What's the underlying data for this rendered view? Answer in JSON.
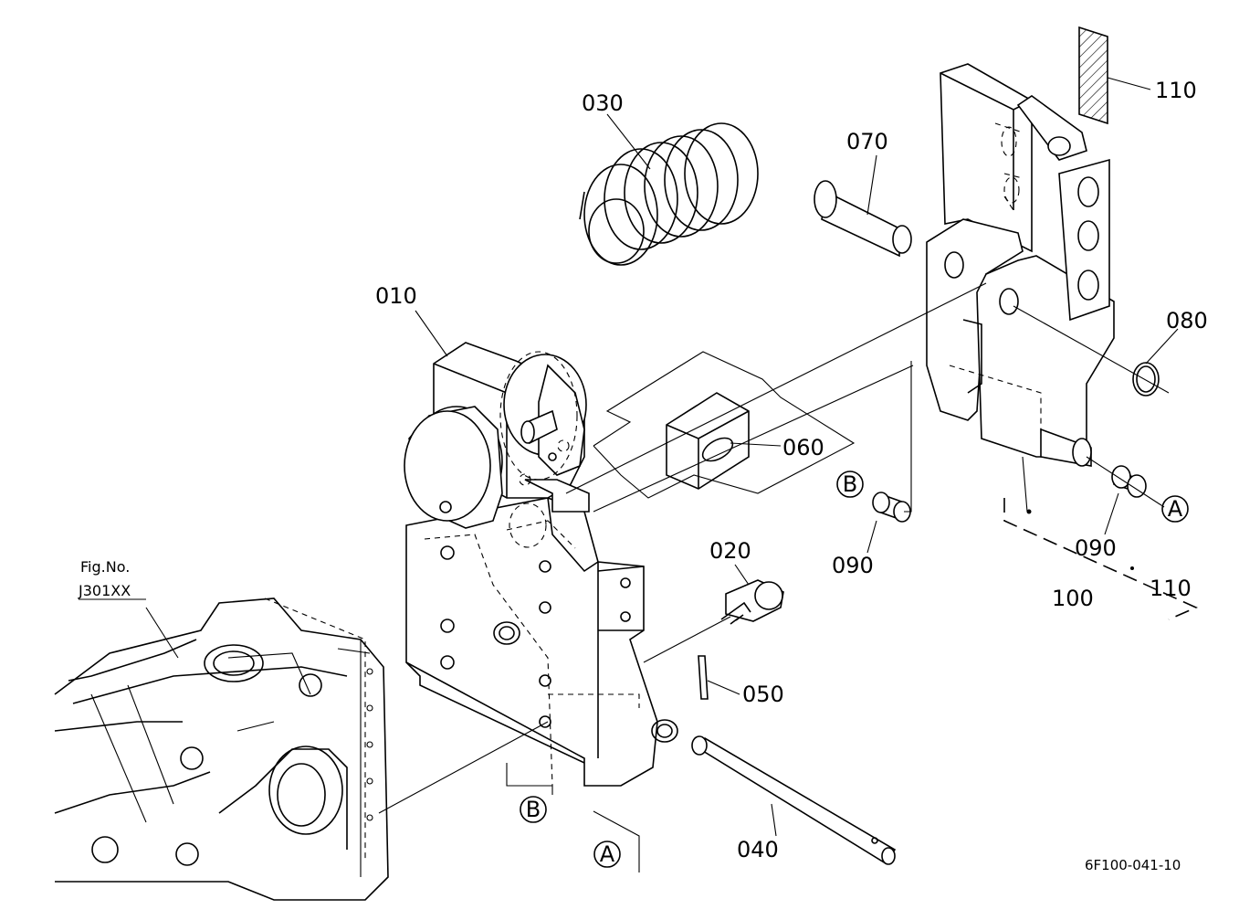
{
  "diagram": {
    "parts": {
      "p010": "010",
      "p020": "020",
      "p030": "030",
      "p040": "040",
      "p050": "050",
      "p060": "060",
      "p070": "070",
      "p080": "080",
      "p090a": "090",
      "p090b": "090",
      "p100": "100",
      "p110a": "110",
      "p110b": "110"
    },
    "refs": {
      "a1": "A",
      "a2": "A",
      "b1": "B",
      "b2": "B"
    },
    "fig_ref": {
      "line1": "Fig.No.",
      "line2": "J301XX"
    },
    "drawing_code": "6F100-041-10"
  }
}
